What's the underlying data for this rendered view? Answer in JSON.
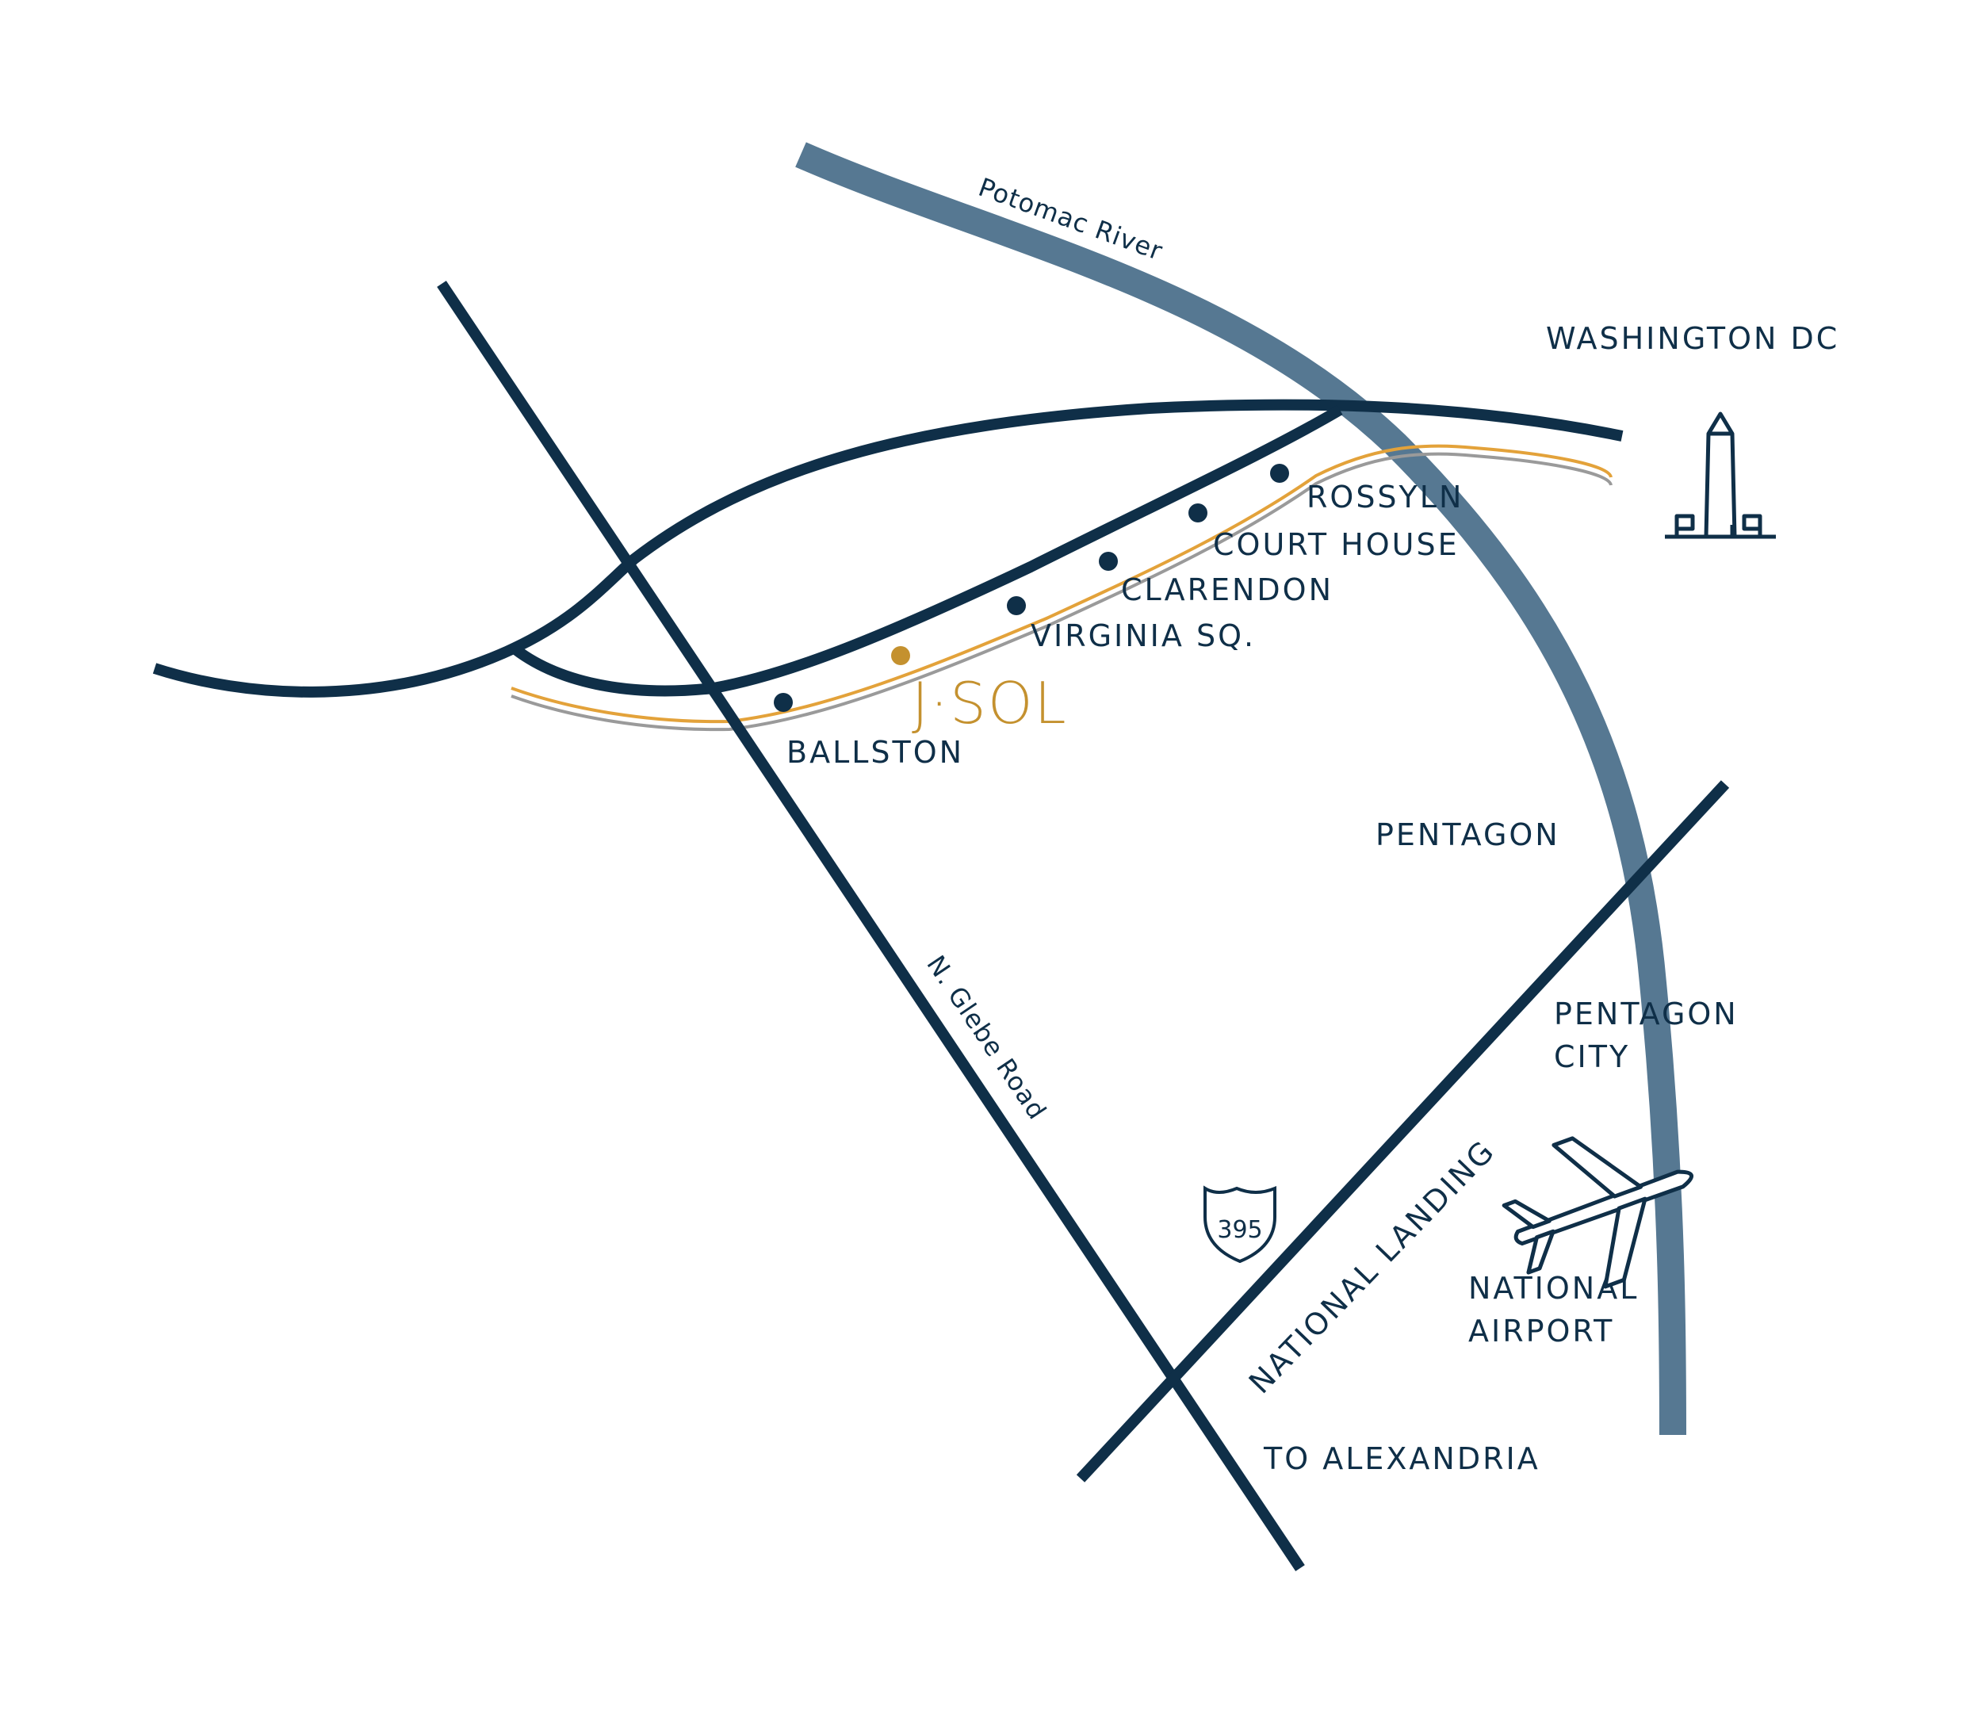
{
  "colors": {
    "road": "#0f2f48",
    "river": "#567892",
    "metro_orange": "#e3a23a",
    "metro_silver": "#9a9a9a",
    "accent_gold": "#c4912f",
    "background": "#ffffff"
  },
  "river": {
    "label": "Potomac River"
  },
  "roads": {
    "glebe_label": "N. Glebe Road"
  },
  "interstate": {
    "number": "395"
  },
  "logo": {
    "text": "J·SOL"
  },
  "stations": [
    {
      "name": "ROSSYLN"
    },
    {
      "name": "COURT HOUSE"
    },
    {
      "name": "CLARENDON"
    },
    {
      "name": "VIRGINIA SQ."
    },
    {
      "name": "BALLSTON"
    }
  ],
  "places": {
    "washington_dc": "WASHINGTON DC",
    "pentagon": "PENTAGON",
    "pentagon_city_line1": "PENTAGON",
    "pentagon_city_line2": "CITY",
    "national_landing": "NATIONAL LANDING",
    "national_airport_line1": "NATIONAL",
    "national_airport_line2": "AIRPORT",
    "to_alexandria": "TO ALEXANDRIA"
  },
  "icons": {
    "monument": "washington-monument-icon",
    "airplane": "airplane-icon",
    "shield": "interstate-shield-icon"
  }
}
